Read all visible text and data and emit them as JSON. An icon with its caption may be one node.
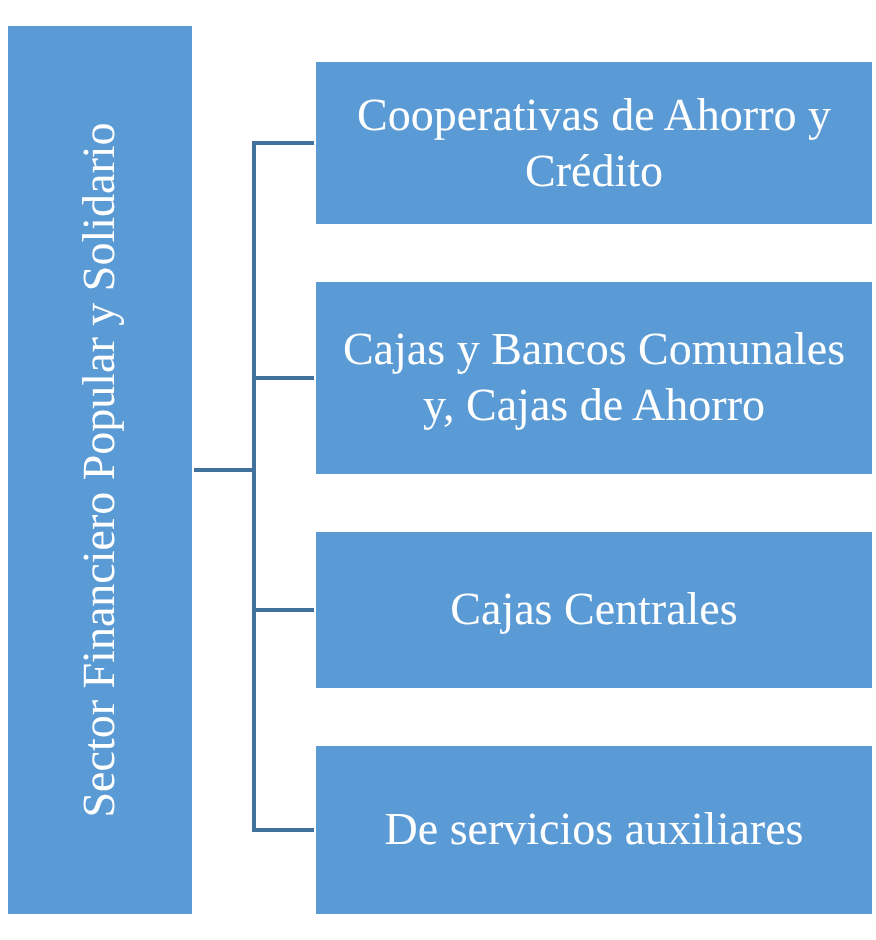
{
  "diagram": {
    "nodes": [
      {
        "text": [
          "Sector Financiero Popular y Solidario"
        ]
      },
      {
        "text": [
          "Cooperativas de Ahorro y Crédito"
        ]
      },
      {
        "text": [
          "Cajas y Bancos Comunales  y, Cajas de Ahorro"
        ]
      },
      {
        "text": [
          "Cajas Centrales"
        ]
      },
      {
        "text": [
          "De servicios auxiliares"
        ]
      }
    ],
    "edges": [
      {
        "from": 0,
        "to": 1,
        "arrow": "none"
      },
      {
        "from": 0,
        "to": 2,
        "arrow": "none"
      },
      {
        "from": 0,
        "to": 3,
        "arrow": "none"
      },
      {
        "from": 0,
        "to": 4,
        "arrow": "none"
      }
    ]
  }
}
